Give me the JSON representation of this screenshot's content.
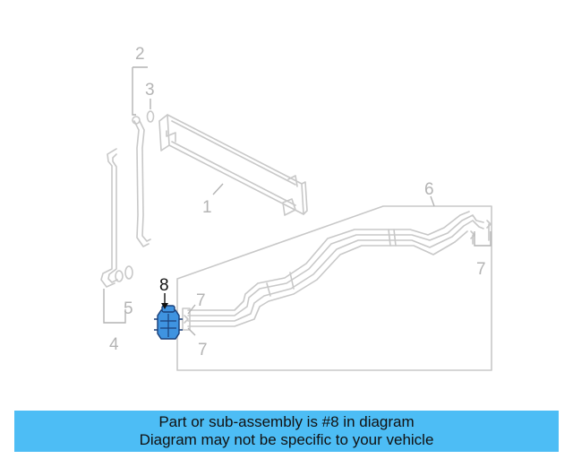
{
  "diagram": {
    "callouts": {
      "c1": "1",
      "c2": "2",
      "c3": "3",
      "c4": "4",
      "c5": "5",
      "c6": "6",
      "c7a": "7",
      "c7b": "7",
      "c7c": "7",
      "c8": "8"
    },
    "highlight_color": "#3f93e0",
    "line_color": "#c8c8c8"
  },
  "banner": {
    "line1": "Part or sub-assembly is #8 in diagram",
    "line2": "Diagram may not be specific to your vehicle",
    "background": "#4dbdf5"
  }
}
